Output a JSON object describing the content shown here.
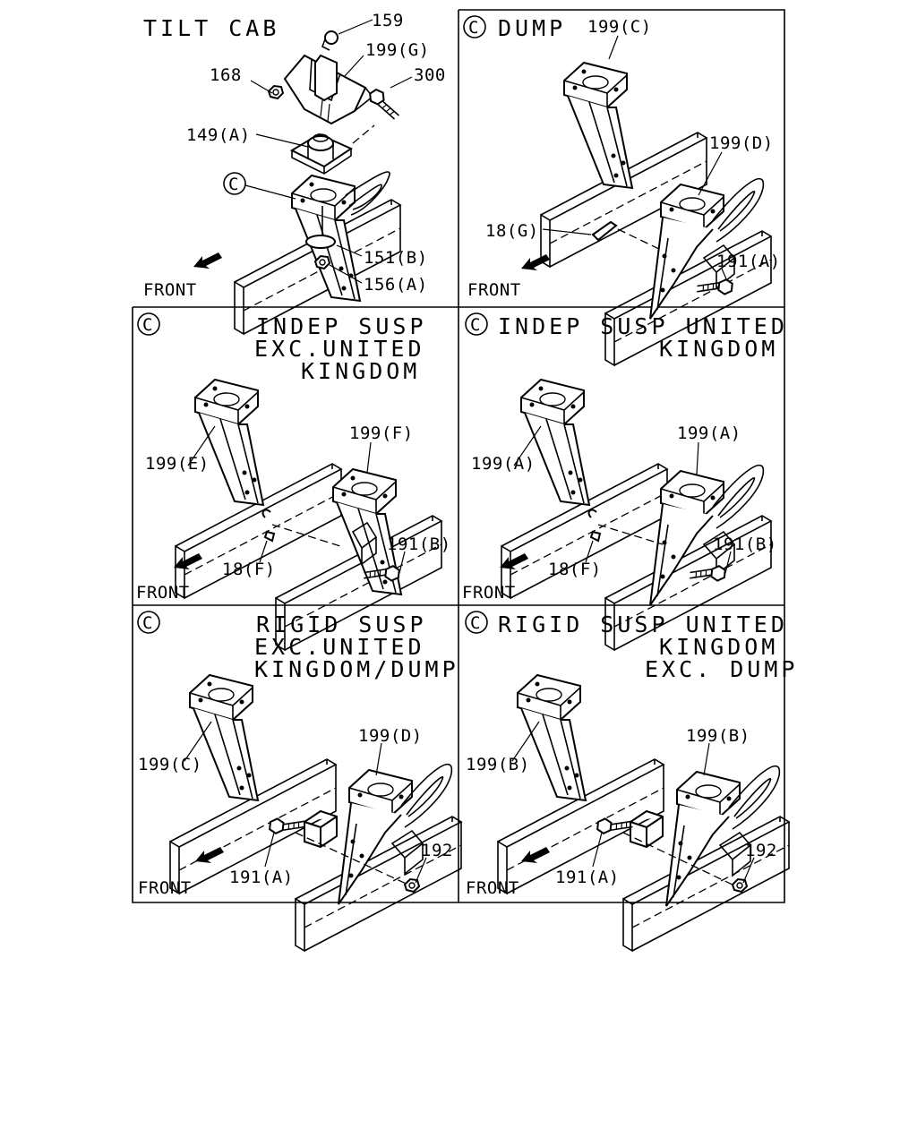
{
  "panels": [
    {
      "id": "tilt",
      "title": [
        "TILT CAB"
      ],
      "labels": [
        "159",
        "199(G)",
        "168",
        "300",
        "149(A)",
        "151(B)",
        "156(A)"
      ],
      "front": "FRONT"
    },
    {
      "id": "dump",
      "marker": "C",
      "title": [
        "DUMP"
      ],
      "labels": [
        "199(C)",
        "199(D)",
        "18(G)",
        "191(A)"
      ],
      "front": "FRONT"
    },
    {
      "id": "indep-exc-uk",
      "marker": "C",
      "title": [
        "INDEP SUSP",
        "EXC.UNITED",
        "KINGDOM"
      ],
      "labels": [
        "199(E)",
        "199(F)",
        "18(F)",
        "191(B)"
      ],
      "front": "FRONT"
    },
    {
      "id": "indep-uk",
      "marker": "C",
      "title": [
        "INDEP SUSP UNITED",
        "KINGDOM"
      ],
      "labels": [
        "199(A)",
        "199(A)",
        "18(F)",
        "191(B)"
      ],
      "front": "FRONT"
    },
    {
      "id": "rigid-exc-uk",
      "marker": "C",
      "title": [
        "RIGID SUSP",
        "EXC.UNITED",
        "KINGDOM/DUMP"
      ],
      "labels": [
        "199(C)",
        "199(D)",
        "191(A)",
        "192"
      ],
      "front": "FRONT"
    },
    {
      "id": "rigid-uk",
      "marker": "C",
      "title": [
        "RIGID SUSP UNITED",
        "KINGDOM",
        "EXC. DUMP"
      ],
      "labels": [
        "199(B)",
        "199(B)",
        "191(A)",
        "192"
      ],
      "front": "FRONT"
    }
  ],
  "tilt_marker": "C"
}
